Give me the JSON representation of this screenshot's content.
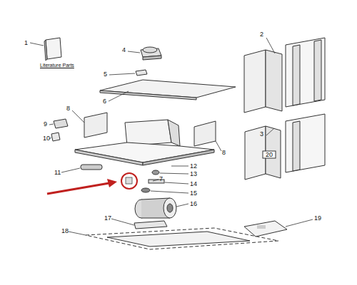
{
  "diagram": {
    "labels": [
      "1",
      "Literature Parts",
      "2",
      "4",
      "5",
      "6",
      "3",
      "8",
      "9",
      "20",
      "10",
      "8",
      "11",
      "12",
      "13",
      "7",
      "14",
      "15",
      "16",
      "17",
      "19",
      "18"
    ]
  }
}
